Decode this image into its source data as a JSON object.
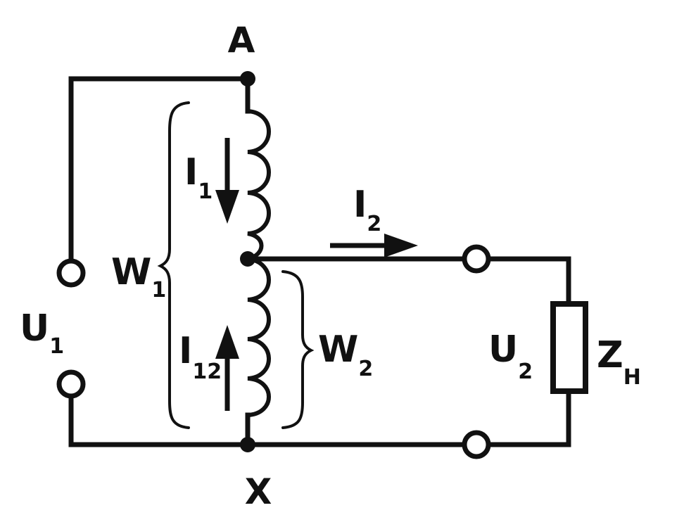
{
  "nodes": {
    "top": "A",
    "bottom": "X"
  },
  "labels": {
    "input_voltage": {
      "main": "U",
      "sub": "1"
    },
    "output_voltage": {
      "main": "U",
      "sub": "2"
    },
    "winding_full": {
      "main": "W",
      "sub": "1"
    },
    "winding_part": {
      "main": "W",
      "sub": "2"
    },
    "current_primary": {
      "main": "I",
      "sub": "1"
    },
    "current_secondary": {
      "main": "I",
      "sub": "2"
    },
    "current_common": {
      "main": "I",
      "sub": "12"
    },
    "load": {
      "main": "Z",
      "sub": "H"
    }
  }
}
